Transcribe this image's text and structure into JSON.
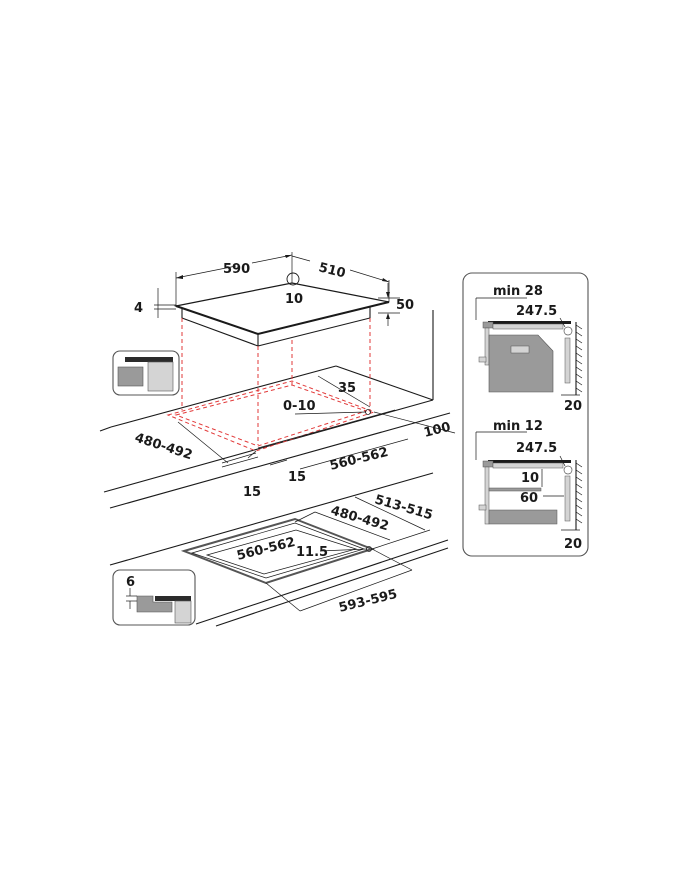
{
  "diagram": {
    "title": "",
    "colors": {
      "line": "#1a1a1a",
      "guide_dashed": "#e23a3a",
      "panel_border": "#555555",
      "grey_dark": "#9a9a9a",
      "grey_light": "#d4d4d4",
      "bar_dark": "#2b2b2b"
    },
    "hob_top": {
      "width": "590",
      "depth": "510",
      "thickness_left": "4",
      "height": "50",
      "corner_radius": "10"
    },
    "cutout_surface": {
      "depth_range": "480-492",
      "width_range": "560-562",
      "front_offset": "15",
      "side_offset": "15",
      "rear_offset": "35",
      "corner_radius": "0-10",
      "rear_clearance": "100",
      "lower_edge": "15"
    },
    "cutout_flush": {
      "outer_depth": "513-515",
      "inner_depth": "480-492",
      "inner_width": "560-562",
      "corner_radius": "11.5",
      "outer_width": "593-595",
      "recess_depth": "6"
    },
    "side_panel_top": {
      "min_clearance": "min 28",
      "depth": "247.5",
      "wall_gap": "20"
    },
    "side_panel_bottom": {
      "min_clearance": "min 12",
      "depth": "247.5",
      "gap_vertical": "10",
      "gap_horizontal": "60",
      "wall_gap": "20"
    },
    "icons": {
      "surface_mount": "surface-mount-icon",
      "flush_mount": "flush-mount-icon",
      "corner_radius": "corner-radius-icon"
    }
  }
}
